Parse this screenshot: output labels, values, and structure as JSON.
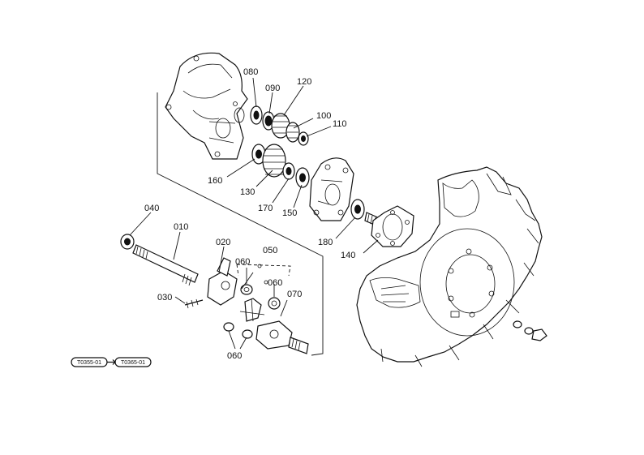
{
  "callouts": [
    {
      "id": "080",
      "text": "080"
    },
    {
      "id": "090",
      "text": "090"
    },
    {
      "id": "120",
      "text": "120"
    },
    {
      "id": "100",
      "text": "100"
    },
    {
      "id": "110",
      "text": "110"
    },
    {
      "id": "160",
      "text": "160"
    },
    {
      "id": "130",
      "text": "130"
    },
    {
      "id": "170",
      "text": "170"
    },
    {
      "id": "150",
      "text": "150"
    },
    {
      "id": "180",
      "text": "180"
    },
    {
      "id": "140",
      "text": "140"
    },
    {
      "id": "040",
      "text": "040"
    },
    {
      "id": "010",
      "text": "010"
    },
    {
      "id": "020",
      "text": "020"
    },
    {
      "id": "050",
      "text": "050"
    },
    {
      "id": "060a",
      "text": "060"
    },
    {
      "id": "060b",
      "text": "060"
    },
    {
      "id": "060c",
      "text": "060"
    },
    {
      "id": "030",
      "text": "030"
    },
    {
      "id": "070",
      "text": "070"
    }
  ],
  "references": {
    "from": "T0355-01",
    "to": "T0365-01"
  }
}
